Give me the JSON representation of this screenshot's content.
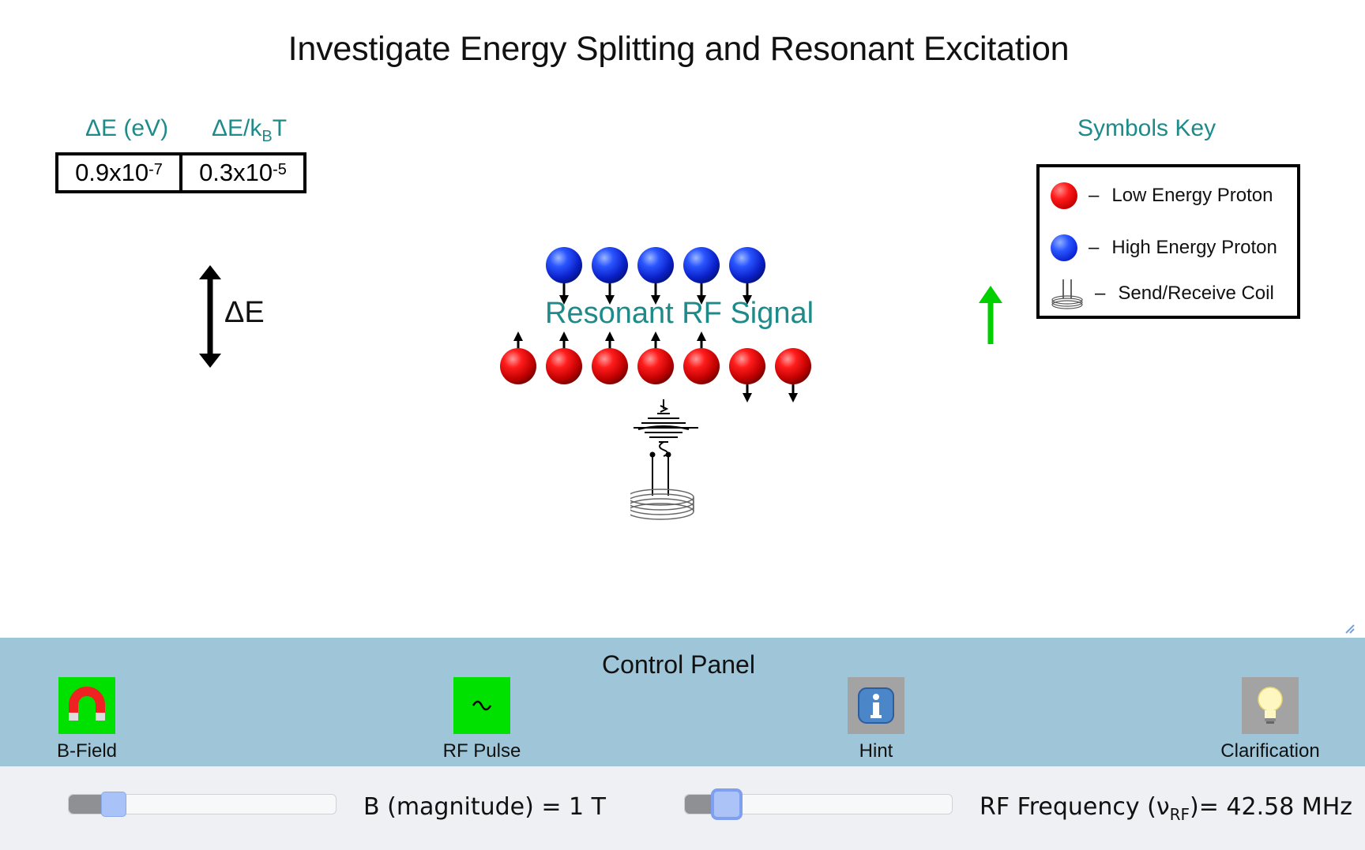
{
  "title": "Investigate Energy Splitting and Resonant Excitation",
  "energy_table": {
    "headers": {
      "delta_e": "ΔE (eV)",
      "ratio_base": "ΔE/k",
      "ratio_sub": "B",
      "ratio_tail": "T"
    },
    "values": {
      "delta_e_mantissa": "0.9x10",
      "delta_e_exp": "-7",
      "ratio_mantissa": "0.3x10",
      "ratio_exp": "-5"
    }
  },
  "delta_e_label": "ΔE",
  "resonant_label": "Resonant RF Signal",
  "protons": {
    "high_count": 5,
    "low_count": 7,
    "low_pointing_down": 2
  },
  "symbols_key": {
    "title": "Symbols Key",
    "items": [
      {
        "label": "Low Energy Proton",
        "icon": "red-ball-icon"
      },
      {
        "label": "High Energy Proton",
        "icon": "blue-ball-icon"
      },
      {
        "label": "Send/Receive Coil",
        "icon": "coil-icon"
      }
    ],
    "dash": "–"
  },
  "control_panel": {
    "title": "Control Panel",
    "buttons": [
      {
        "label": "B-Field",
        "icon": "magnet-icon",
        "bg": "#00e100"
      },
      {
        "label": "RF Pulse",
        "icon": "sine-wave-icon",
        "bg": "#00e100"
      },
      {
        "label": "Hint",
        "icon": "info-icon",
        "bg": "#a3a3a3"
      },
      {
        "label": "Clarification",
        "icon": "lightbulb-icon",
        "bg": "#a3a3a3"
      }
    ]
  },
  "sliders": {
    "b_field": {
      "label_text": "B (magnitude) = 1 T",
      "value": 0.17
    },
    "rf_freq": {
      "label_prefix": "RF Frequency (ν",
      "label_sub": "RF",
      "label_suffix": ")= 42.58 MHz",
      "value": 0.16
    }
  },
  "colors": {
    "teal": "#1f8a8a",
    "panel": "#9ec6d8",
    "green_arrow": "#00d000"
  }
}
